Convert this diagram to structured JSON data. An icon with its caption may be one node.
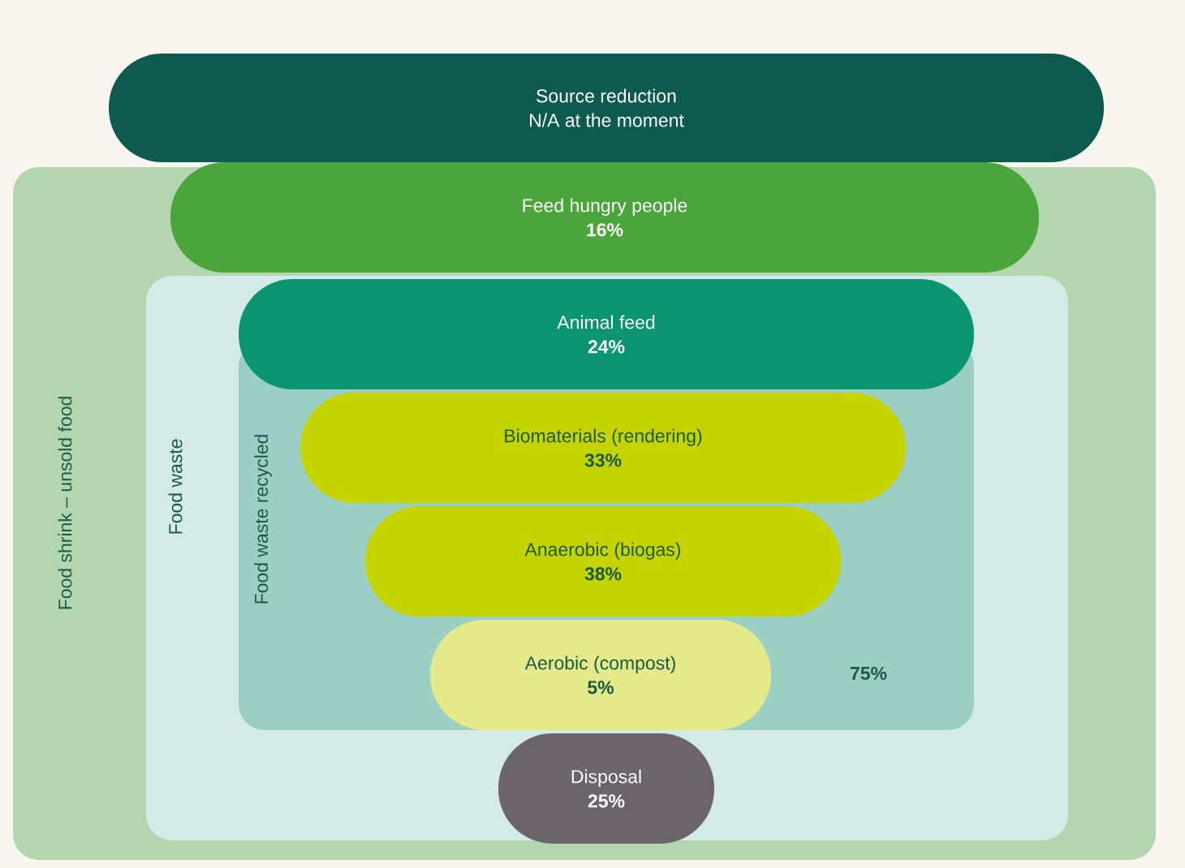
{
  "diagram": {
    "nodes": [
      {
        "text": [
          "Food shrink – unsold food"
        ]
      },
      {
        "text": [
          "Source reduction",
          "N/A at the moment"
        ]
      },
      {
        "text": [
          "Feed hungry people",
          "16%"
        ],
        "in": 0
      },
      {
        "text": [
          "Food waste"
        ],
        "in": 0
      },
      {
        "text": [
          "Animal feed",
          "24%"
        ],
        "in": 3
      },
      {
        "text": [
          "Food waste recycled",
          "75%"
        ],
        "in": 3
      },
      {
        "text": [
          "Biomaterials (rendering)",
          "33%"
        ],
        "in": 5
      },
      {
        "text": [
          "Anaerobic (biogas)",
          "38%"
        ],
        "in": 5
      },
      {
        "text": [
          "Aerobic (compost)",
          "5%"
        ],
        "in": 5
      },
      {
        "text": [
          "Disposal",
          "25%"
        ],
        "in": 3
      }
    ]
  }
}
